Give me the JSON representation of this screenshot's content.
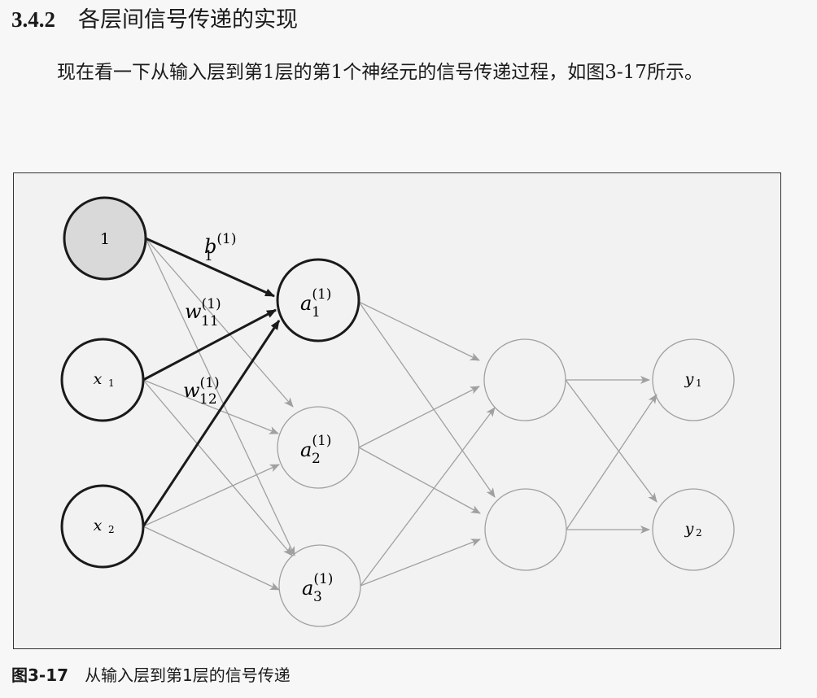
{
  "section": {
    "number": "3.4.2",
    "title": "各层间信号传递的实现"
  },
  "paragraph": "现在看一下从输入层到第1层的第1个神经元的信号传递过程，如图3-17所示。",
  "figure": {
    "nodes": {
      "bias": "1",
      "x1": {
        "main": "x",
        "sub": "1"
      },
      "x2": {
        "main": "x",
        "sub": "2"
      },
      "a1": {
        "main": "a",
        "sub": "1",
        "sup": "(1)"
      },
      "a2": {
        "main": "a",
        "sub": "2",
        "sup": "(1)"
      },
      "a3": {
        "main": "a",
        "sub": "3",
        "sup": "(1)"
      },
      "y1": {
        "main": "y",
        "sub": "1"
      },
      "y2": {
        "main": "y",
        "sub": "2"
      }
    },
    "edge_labels": {
      "b1": {
        "main": "b",
        "sub": "1",
        "sup": "(1)"
      },
      "w11": {
        "main": "w",
        "sub": "11",
        "sup": "(1)"
      },
      "w12": {
        "main": "w",
        "sub": "12",
        "sup": "(1)"
      }
    },
    "colors": {
      "highlight": "#1a1a1a",
      "faded": "#a0a0a0",
      "bias_fill": "#d9d9d9"
    }
  },
  "caption": {
    "label": "图3-17",
    "text": "从输入层到第1层的信号传递"
  }
}
